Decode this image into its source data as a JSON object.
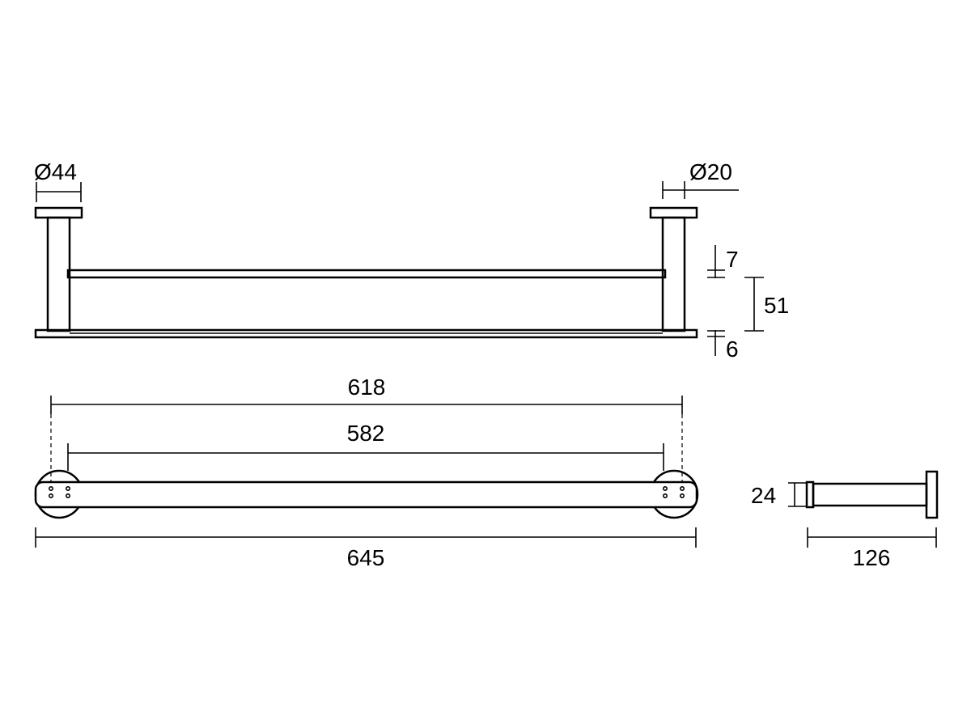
{
  "dimensions": {
    "dia_bracket": "Ø44",
    "dia_rail": "Ø20",
    "rail_thickness": "7",
    "rail_spacing": "51",
    "shelf_thickness": "6",
    "outer_centres": "618",
    "inner_centres": "582",
    "overall_length": "645",
    "side_height": "24",
    "projection": "126"
  }
}
